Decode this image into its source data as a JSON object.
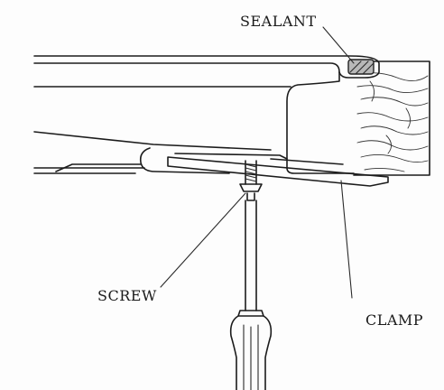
{
  "labels": {
    "sealant": "SEALANT",
    "screw": "SCREW",
    "clamp": "CLAMP"
  }
}
